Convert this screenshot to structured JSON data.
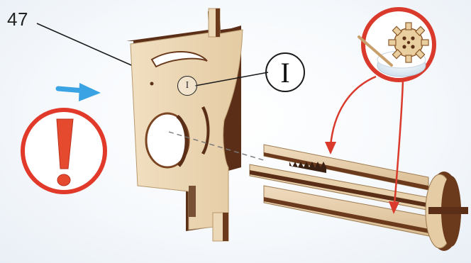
{
  "part": {
    "number": "47"
  },
  "labels": {
    "roman_main": "I",
    "roman_engraved": "I"
  },
  "colors": {
    "wood": "#e9d3b0",
    "wood_edge": "#5b2f17",
    "alert_red": "#e13a2a",
    "arrow_blue": "#3aa3e3",
    "glue_ring": "#d93a2c"
  },
  "icons": [
    "warning-exclamation-icon",
    "direction-arrow-icon",
    "glue-icon",
    "gear-icon",
    "brush-icon"
  ]
}
